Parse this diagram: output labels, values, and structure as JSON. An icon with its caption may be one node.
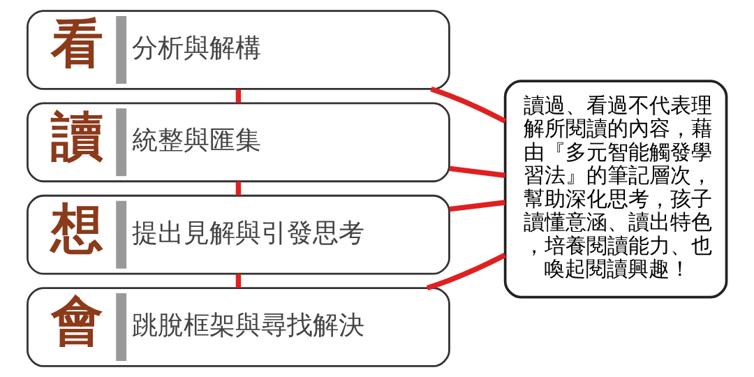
{
  "diagram": {
    "nodes": [
      {
        "text": [
          "看",
          "分析與解構"
        ]
      },
      {
        "text": [
          "讀",
          "統整與匯集"
        ]
      },
      {
        "text": [
          "想",
          "提出見解與引發思考"
        ]
      },
      {
        "text": [
          "會",
          "跳脫框架與尋找解決"
        ]
      },
      {
        "text": [
          "讀過、看過不代表理解所閱讀的內容，藉由『多元智能觸發學習法』的筆記層次，幫助深化思考，孩子讀懂意涵、讀出特色，培養閱讀能力、也喚起閱讀興趣！"
        ]
      }
    ],
    "edges": [
      {
        "from": 0,
        "to": 1,
        "arrow": "none"
      },
      {
        "from": 1,
        "to": 2,
        "arrow": "none"
      },
      {
        "from": 2,
        "to": 3,
        "arrow": "none"
      },
      {
        "from": 0,
        "to": 4,
        "arrow": "none"
      },
      {
        "from": 1,
        "to": 4,
        "arrow": "none"
      },
      {
        "from": 2,
        "to": 4,
        "arrow": "none"
      },
      {
        "from": 3,
        "to": 4,
        "arrow": "none"
      }
    ]
  }
}
